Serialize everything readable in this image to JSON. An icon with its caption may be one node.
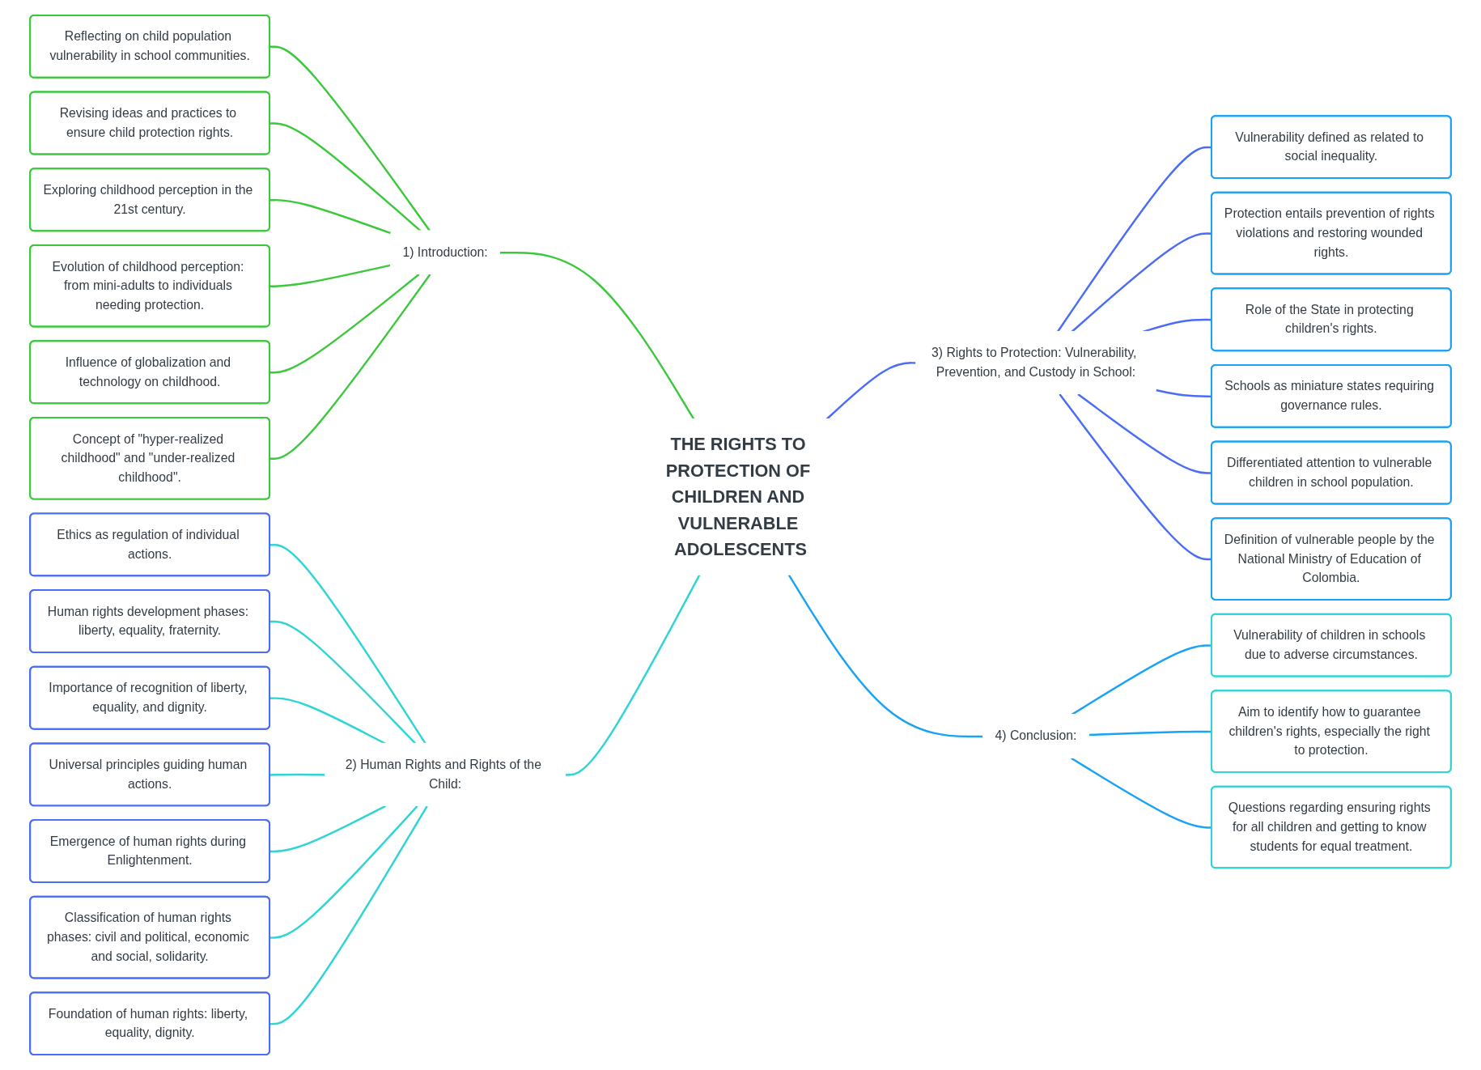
{
  "diagram": {
    "nodes": [
      {
        "text": [
          "THE RIGHTS TO PROTECTION OF CHILDREN AND VULNERABLE ADOLESCENTS"
        ]
      },
      {
        "text": [
          "1) Introduction:"
        ]
      },
      {
        "text": [
          "Reflecting on child population vulnerability in school communities."
        ]
      },
      {
        "text": [
          "Revising ideas and practices to ensure child protection rights."
        ]
      },
      {
        "text": [
          "Exploring childhood perception in the 21st century."
        ]
      },
      {
        "text": [
          "Evolution of childhood perception: from mini-adults to individuals needing protection."
        ]
      },
      {
        "text": [
          "Influence of globalization and technology on childhood."
        ]
      },
      {
        "text": [
          "Concept of \"hyper-realized childhood\" and \"under-realized childhood\"."
        ]
      },
      {
        "text": [
          "3) Rights to Protection: Vulnerability, Prevention, and Custody in School:"
        ]
      },
      {
        "text": [
          "Vulnerability defined as related to social inequality."
        ]
      },
      {
        "text": [
          "Protection entails prevention of rights violations and restoring wounded rights."
        ]
      },
      {
        "text": [
          "Role of the State in protecting children's rights."
        ]
      },
      {
        "text": [
          "Schools as miniature states requiring governance rules."
        ]
      },
      {
        "text": [
          "Differentiated attention to vulnerable children in school population."
        ]
      },
      {
        "text": [
          "Definition of vulnerable people by the National Ministry of Education of Colombia."
        ]
      },
      {
        "text": [
          "2) Human Rights and Rights of the Child:"
        ]
      },
      {
        "text": [
          "Ethics as regulation of individual actions."
        ]
      },
      {
        "text": [
          "Human rights development phases: liberty, equality, fraternity."
        ]
      },
      {
        "text": [
          "Importance of recognition of liberty, equality, and dignity."
        ]
      },
      {
        "text": [
          "Universal principles guiding human actions."
        ]
      },
      {
        "text": [
          "Emergence of human rights during Enlightenment."
        ]
      },
      {
        "text": [
          "Classification of human rights phases: civil and political, economic and social, solidarity."
        ]
      },
      {
        "text": [
          "Foundation of human rights: liberty, equality, dignity."
        ]
      },
      {
        "text": [
          "4) Conclusion:"
        ]
      },
      {
        "text": [
          "Vulnerability of children in schools due to adverse circumstances."
        ]
      },
      {
        "text": [
          "Aim to identify how to guarantee children's rights, especially the right to protection."
        ]
      },
      {
        "text": [
          "Questions regarding ensuring rights for all children and getting to know students for equal treatment."
        ]
      }
    ],
    "edges": [
      {
        "from": 2,
        "to": 1,
        "arrow": "none",
        "color": "#3cc83c"
      },
      {
        "from": 3,
        "to": 1,
        "arrow": "none",
        "color": "#3cc83c"
      },
      {
        "from": 4,
        "to": 1,
        "arrow": "none",
        "color": "#3cc83c"
      },
      {
        "from": 5,
        "to": 1,
        "arrow": "none",
        "color": "#3cc83c"
      },
      {
        "from": 6,
        "to": 1,
        "arrow": "none",
        "color": "#3cc83c"
      },
      {
        "from": 7,
        "to": 1,
        "arrow": "none",
        "color": "#3cc83c"
      },
      {
        "from": 1,
        "to": 0,
        "arrow": "none",
        "color": "#3cc83c"
      },
      {
        "from": 0,
        "to": 8,
        "arrow": "none",
        "color": "#4a6cf7"
      },
      {
        "from": 8,
        "to": 9,
        "arrow": "none",
        "color": "#4a6cf7"
      },
      {
        "from": 8,
        "to": 10,
        "arrow": "none",
        "color": "#4a6cf7"
      },
      {
        "from": 8,
        "to": 11,
        "arrow": "none",
        "color": "#4a6cf7"
      },
      {
        "from": 8,
        "to": 12,
        "arrow": "none",
        "color": "#4a6cf7"
      },
      {
        "from": 8,
        "to": 13,
        "arrow": "none",
        "color": "#4a6cf7"
      },
      {
        "from": 8,
        "to": 14,
        "arrow": "none",
        "color": "#4a6cf7"
      },
      {
        "from": 16,
        "to": 15,
        "arrow": "none",
        "color": "#2fd4d4"
      },
      {
        "from": 17,
        "to": 15,
        "arrow": "none",
        "color": "#2fd4d4"
      },
      {
        "from": 18,
        "to": 15,
        "arrow": "none",
        "color": "#2fd4d4"
      },
      {
        "from": 19,
        "to": 15,
        "arrow": "none",
        "color": "#2fd4d4"
      },
      {
        "from": 20,
        "to": 15,
        "arrow": "none",
        "color": "#2fd4d4"
      },
      {
        "from": 21,
        "to": 15,
        "arrow": "none",
        "color": "#2fd4d4"
      },
      {
        "from": 22,
        "to": 15,
        "arrow": "none",
        "color": "#2fd4d4"
      },
      {
        "from": 15,
        "to": 0,
        "arrow": "none",
        "color": "#2fd4d4"
      },
      {
        "from": 0,
        "to": 23,
        "arrow": "none",
        "color": "#1aa3f5"
      },
      {
        "from": 23,
        "to": 24,
        "arrow": "none",
        "color": "#1aa3f5"
      },
      {
        "from": 23,
        "to": 25,
        "arrow": "none",
        "color": "#1aa3f5"
      },
      {
        "from": 23,
        "to": 26,
        "arrow": "none",
        "color": "#1aa3f5"
      }
    ]
  }
}
